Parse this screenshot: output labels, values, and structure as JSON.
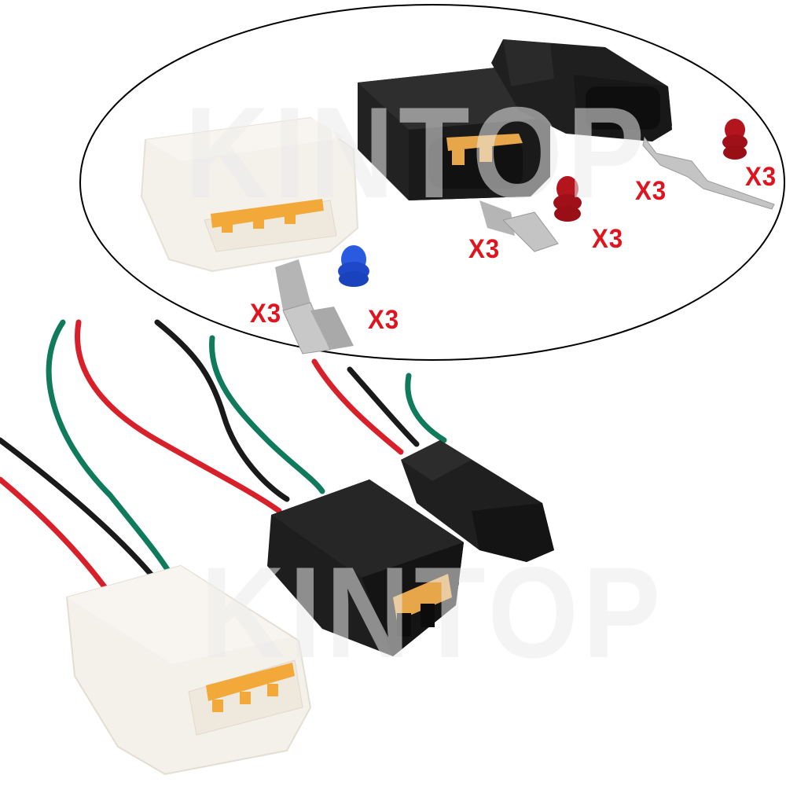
{
  "image": {
    "description": "Product photo of an automotive wire harness connector kit",
    "background": "#ffffff"
  },
  "watermark": {
    "text": "KINTOP",
    "color": "#e8e8e8"
  },
  "kit_inset": {
    "shape": "ellipse",
    "outline_color": "#000000",
    "parts": [
      {
        "name": "white-4-pin-housing",
        "color": "#f3efe8",
        "accent": "#f2a93a"
      },
      {
        "name": "black-female-housing",
        "color": "#1c1c1c",
        "accent": "#e8a64a"
      },
      {
        "name": "black-male-housing",
        "color": "#1c1c1c"
      },
      {
        "name": "female-terminal-large",
        "color": "#b8b8b8",
        "quantity": "X3"
      },
      {
        "name": "blue-seal",
        "color": "#1f4fd6",
        "quantity": "X3"
      },
      {
        "name": "female-terminal-small",
        "color": "#b8b8b8",
        "quantity": "X3"
      },
      {
        "name": "red-seal-left",
        "color": "#b3141e",
        "quantity": "X3"
      },
      {
        "name": "male-terminal",
        "color": "#c4c4c4",
        "quantity": "X3"
      },
      {
        "name": "red-seal-right",
        "color": "#b3141e",
        "quantity": "X3"
      }
    ]
  },
  "labels": {
    "q1": "X3",
    "q2": "X3",
    "q3": "X3",
    "q4": "X3",
    "q5": "X3",
    "q6": "X3"
  },
  "wires": {
    "colors": {
      "red": "#d8202a",
      "black": "#1a1a1a",
      "green": "#0f7a5c"
    }
  },
  "assembled": {
    "white_housing_color": "#f3efe8",
    "black_housing_color": "#1c1c1c",
    "latch_color": "#f2a93a"
  }
}
